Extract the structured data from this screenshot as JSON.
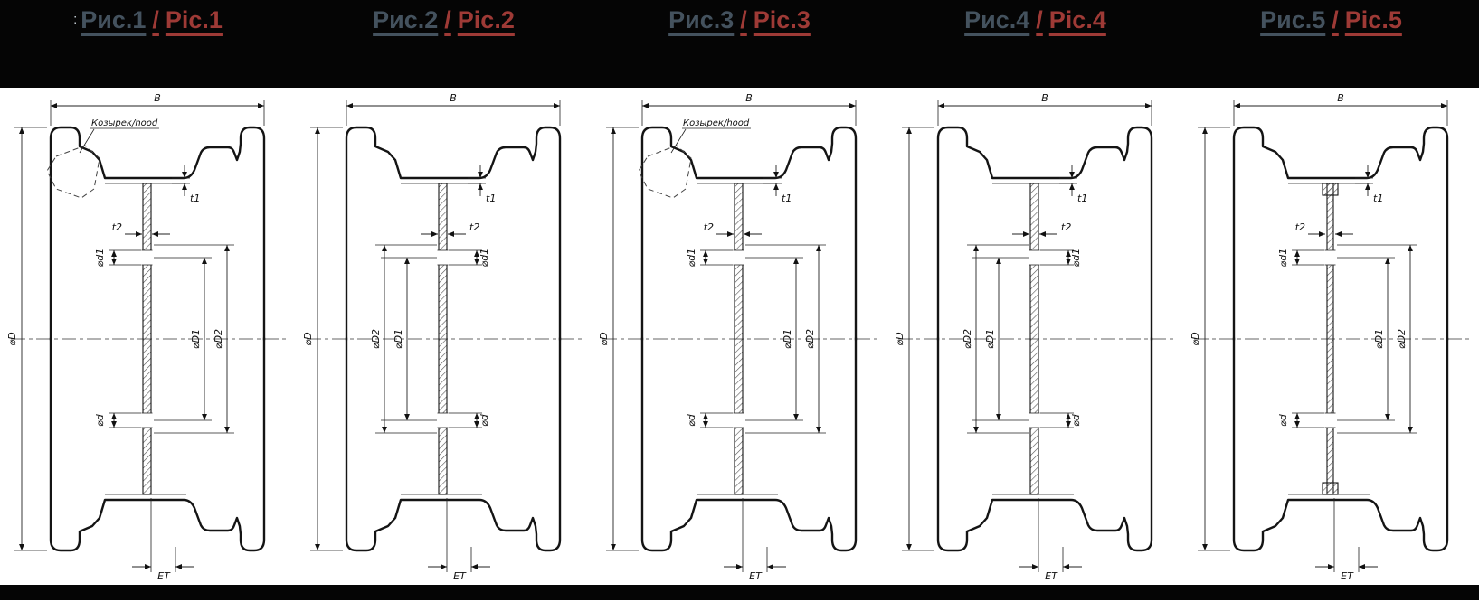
{
  "page": {
    "background": "#ffffff",
    "band_color": "#050505"
  },
  "header": {
    "prefix_mark": ":",
    "ru_color": "#44525e",
    "en_color": "#9e3a36",
    "titles": [
      {
        "ru": "Рис.1",
        "sep": "/",
        "en": "Pic.1"
      },
      {
        "ru": "Рис.2",
        "sep": "/",
        "en": "Pic.2"
      },
      {
        "ru": "Рис.3",
        "sep": "/",
        "en": "Pic.3"
      },
      {
        "ru": "Рис.4",
        "sep": "/",
        "en": "Pic.4"
      },
      {
        "ru": "Рис.5",
        "sep": "/",
        "en": "Pic.5"
      }
    ]
  },
  "drawings": [
    {
      "variant": "A",
      "hood": true,
      "disc": "standard",
      "labels": {
        "B": "B",
        "D": "⌀D",
        "D1": "⌀D1",
        "D2": "⌀D2",
        "d1": "⌀d1",
        "d": "⌀d",
        "t1": "t1",
        "t2": "t2",
        "ET": "ET",
        "hood": "Козырек/hood"
      }
    },
    {
      "variant": "B",
      "hood": false,
      "disc": "standard",
      "labels": {
        "B": "B",
        "D": "⌀D",
        "D1": "⌀D1",
        "D2": "⌀D2",
        "d1": "⌀d1",
        "d": "⌀d",
        "t1": "t1",
        "t2": "t2",
        "ET": "ET"
      }
    },
    {
      "variant": "A",
      "hood": true,
      "disc": "standard",
      "labels": {
        "B": "B",
        "D": "⌀D",
        "D1": "⌀D1",
        "D2": "⌀D2",
        "d1": "⌀d1",
        "d": "⌀d",
        "t1": "t1",
        "t2": "t2",
        "ET": "ET",
        "hood": "Козырек/hood"
      }
    },
    {
      "variant": "B",
      "hood": false,
      "disc": "standard",
      "labels": {
        "B": "B",
        "D": "⌀D",
        "D1": "⌀D1",
        "D2": "⌀D2",
        "d1": "⌀d1",
        "d": "⌀d",
        "t1": "t1",
        "t2": "t2",
        "ET": "ET"
      }
    },
    {
      "variant": "A",
      "hood": false,
      "disc": "flat",
      "labels": {
        "B": "B",
        "D": "⌀D",
        "D1": "⌀D1",
        "D2": "⌀D2",
        "d1": "⌀d1",
        "d": "⌀d",
        "t1": "t1",
        "t2": "t2",
        "ET": "ET"
      }
    }
  ]
}
